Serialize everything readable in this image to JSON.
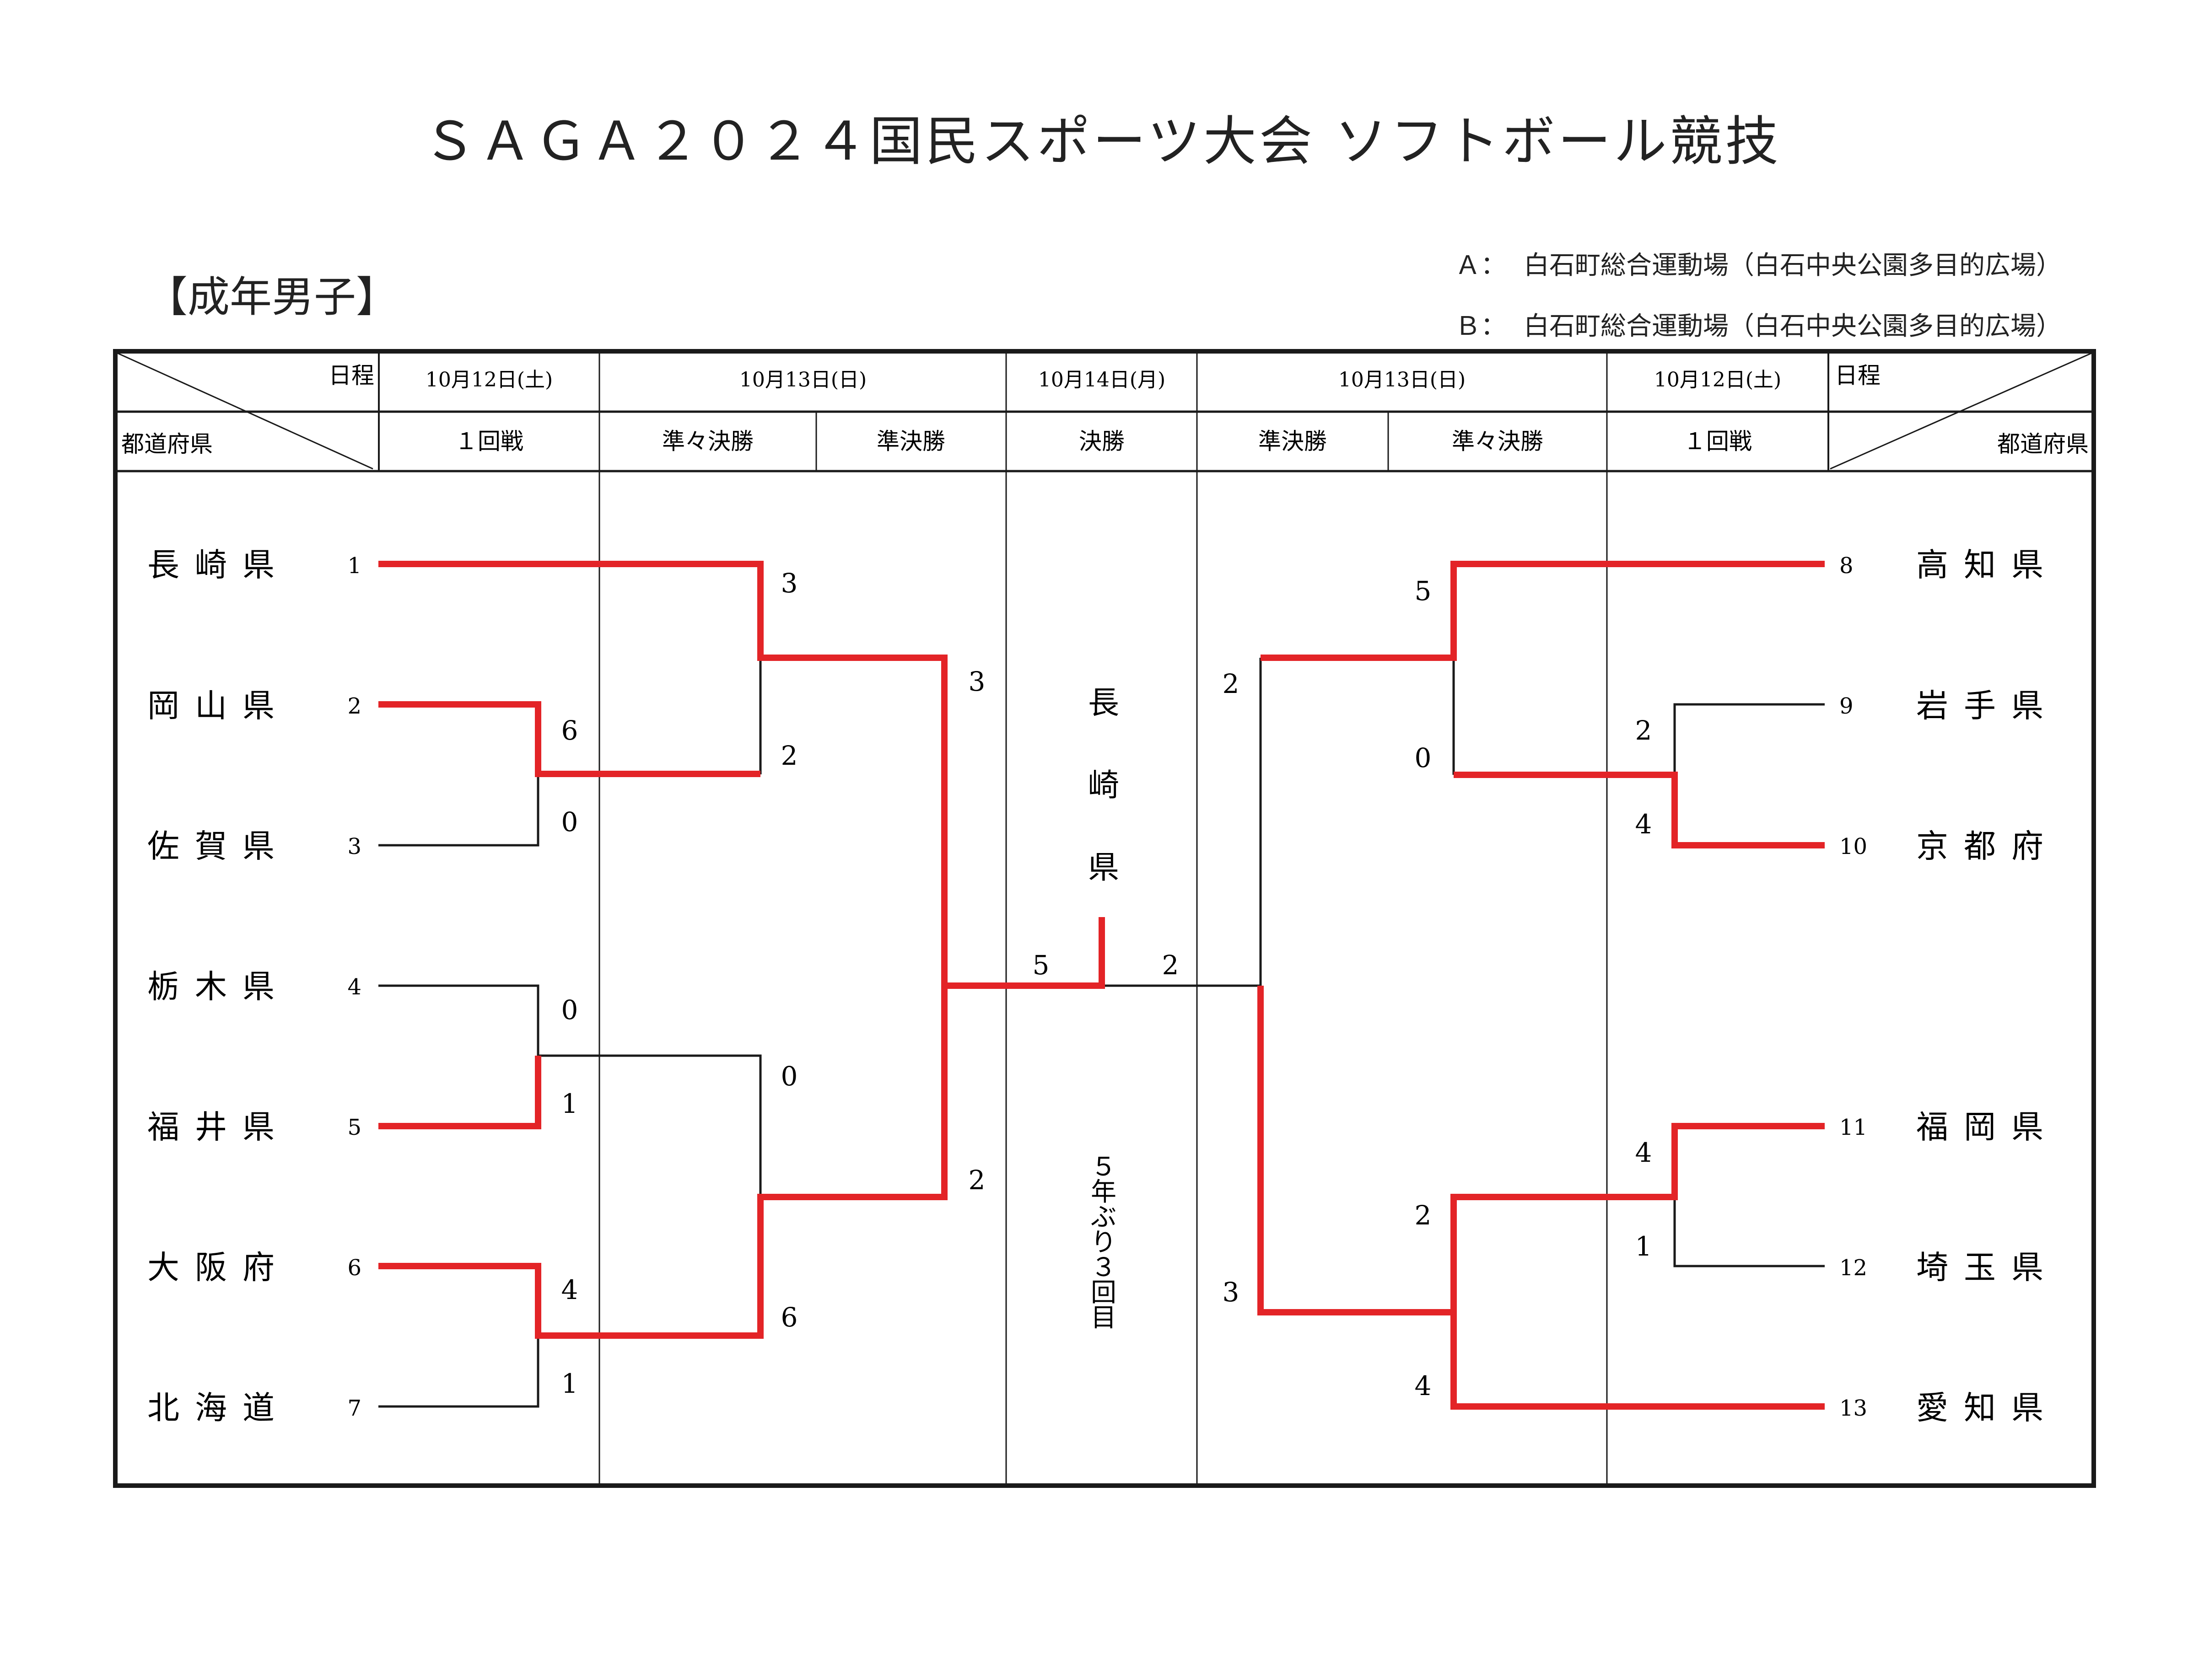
{
  "title": "ＳＡＧＡ２０２４国民スポーツ大会 ソフトボール競技",
  "category": "【成年男子】",
  "venues": [
    {
      "label": "Ａ：",
      "name": "白石町総合運動場（白石中央公園多目的広場）"
    },
    {
      "label": "Ｂ：",
      "name": "白石町総合運動場（白石中央公園多目的広場）"
    }
  ],
  "header": {
    "schedule_label": "日程",
    "prefecture_label": "都道府県",
    "left_dates": [
      "10月12日(土)",
      "10月13日(日)"
    ],
    "center_date": "10月14日(月)",
    "right_dates": [
      "10月13日(日)",
      "10月12日(土)"
    ],
    "rounds_left": [
      "１回戦",
      "準々決勝",
      "準決勝"
    ],
    "round_final": "決勝",
    "rounds_right": [
      "準決勝",
      "準々決勝",
      "１回戦"
    ]
  },
  "teams_left": [
    {
      "seed": "1",
      "name": "長崎県"
    },
    {
      "seed": "2",
      "name": "岡山県"
    },
    {
      "seed": "3",
      "name": "佐賀県"
    },
    {
      "seed": "4",
      "name": "栃木県"
    },
    {
      "seed": "5",
      "name": "福井県"
    },
    {
      "seed": "6",
      "name": "大阪府"
    },
    {
      "seed": "7",
      "name": "北海道"
    }
  ],
  "teams_right": [
    {
      "seed": "8",
      "name": "高知県"
    },
    {
      "seed": "9",
      "name": "岩手県"
    },
    {
      "seed": "10",
      "name": "京都府"
    },
    {
      "seed": "11",
      "name": "福岡県"
    },
    {
      "seed": "12",
      "name": "埼玉県"
    },
    {
      "seed": "13",
      "name": "愛知県"
    }
  ],
  "results": {
    "left_first_round": [
      {
        "home": "岡山県",
        "away": "佐賀県",
        "score": [
          "6",
          "0"
        ],
        "winner": "岡山県"
      },
      {
        "home": "栃木県",
        "away": "福井県",
        "score": [
          "0",
          "1"
        ],
        "winner": "福井県"
      },
      {
        "home": "大阪府",
        "away": "北海道",
        "score": [
          "4",
          "1"
        ],
        "winner": "大阪府"
      }
    ],
    "left_quarterfinal": [
      {
        "home": "長崎県",
        "away": "岡山県",
        "score": [
          "3",
          "2"
        ],
        "winner": "長崎県"
      },
      {
        "home": "福井県",
        "away": "大阪府",
        "score": [
          "0",
          "6"
        ],
        "winner": "大阪府"
      }
    ],
    "left_semifinal": {
      "home": "長崎県",
      "away": "大阪府",
      "score": [
        "3",
        "2"
      ],
      "winner": "長崎県"
    },
    "right_first_round": [
      {
        "home": "岩手県",
        "away": "京都府",
        "score": [
          "2",
          "4"
        ],
        "winner": "京都府"
      },
      {
        "home": "福岡県",
        "away": "埼玉県",
        "score": [
          "4",
          "1"
        ],
        "winner": "福岡県"
      }
    ],
    "right_quarterfinal": [
      {
        "home": "高知県",
        "away": "京都府",
        "score": [
          "5",
          "0"
        ],
        "winner": "高知県"
      },
      {
        "home": "福岡県",
        "away": "愛知県",
        "score": [
          "2",
          "4"
        ],
        "winner": "愛知県"
      }
    ],
    "right_semifinal": {
      "home": "高知県",
      "away": "愛知県",
      "score": [
        "2",
        "3"
      ],
      "winner": "愛知県"
    },
    "final": {
      "left": "長崎県",
      "right": "愛知県",
      "score": [
        "5",
        "2"
      ],
      "winner": "長崎県"
    }
  },
  "champion": "長崎県",
  "champion_note": "５年ぶり３回目",
  "colors": {
    "winner_line": "#e32427",
    "line": "#1a1a1a",
    "border": "#1a1a1a"
  }
}
